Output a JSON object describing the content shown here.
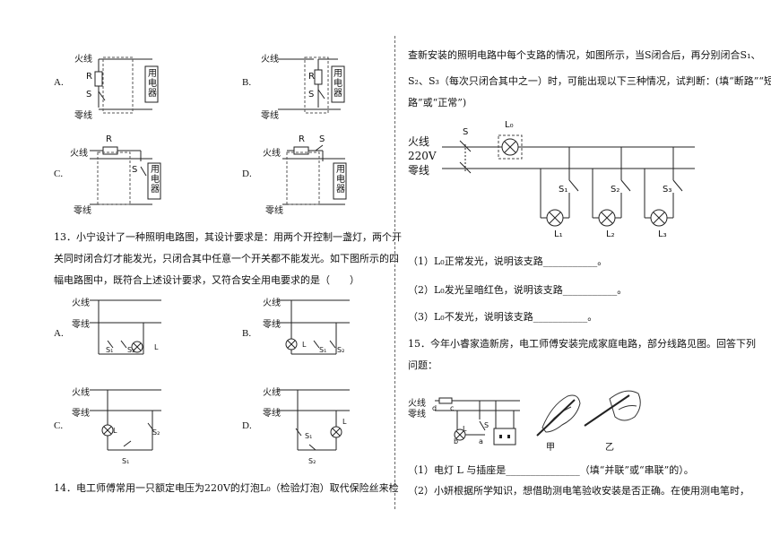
{
  "left": {
    "q12_options": [
      "A.",
      "B.",
      "C.",
      "D."
    ],
    "diagram_labels": {
      "live": "火线",
      "neutral": "零线",
      "R": "R",
      "S": "S",
      "appliance": [
        "用",
        "电",
        "器"
      ]
    },
    "q13": {
      "line1": "13．小宁设计了一种照明电路图，其设计要求是：用两个开控制一盏灯，两个开",
      "line2": "关同时闭合灯才能发光，只闭合其中任意一个开关都不能发光。如下图所示的四",
      "line3": "幅电路图中，既符合上述设计要求，又符合安全用电要求的是（　　）",
      "options": [
        "A.",
        "B.",
        "C.",
        "D."
      ],
      "labels": {
        "L": "L",
        "S1": "S₁",
        "S2": "S₂"
      }
    },
    "q14_line1": "14．电工师傅常用一只额定电压为220V的灯泡L₀（检验灯泡）取代保险丝来检"
  },
  "right": {
    "q14_line2": "查新安装的照明电路中每个支路的情况，如图所示，当S闭合后，再分别闭合S₁、",
    "q14_line3": "S₂、S₃（每次只闭合其中之一）时，可能出现以下三种情况，试判断：(填“断路”“短",
    "q14_line4": "路”或“正常”)",
    "diagram": {
      "live": "火线",
      "voltage": "220V",
      "neutral": "零线",
      "S": "S",
      "L0": "L₀",
      "switches": [
        "S₁",
        "S₂",
        "S₃"
      ],
      "lamps": [
        "L₁",
        "L₂",
        "L₃"
      ]
    },
    "q14_items": [
      "（1）L₀正常发光，说明该支路___________。",
      "（2）L₀发光呈暗红色，说明该支路___________。",
      "（3）L₀不发光，说明该支路___________。"
    ],
    "q15_line1": "15．今年小睿家造新房，电工师傅安装完成家庭电路，部分线路见图。回答下列",
    "q15_line2": "问题：",
    "q15_diagram": {
      "live": "火线",
      "neutral": "零线",
      "d": "d",
      "c": "c",
      "b": "b",
      "a": "a",
      "L": "L",
      "S": "S",
      "jia": "甲",
      "yi": "乙"
    },
    "q15_items": [
      "（1）电灯 L 与插座是_______________（填“并联”或“串联”的）。",
      "（2）小妍根据所学知识，想借助测电笔验收安装是否正确。在使用测电笔时，"
    ]
  }
}
